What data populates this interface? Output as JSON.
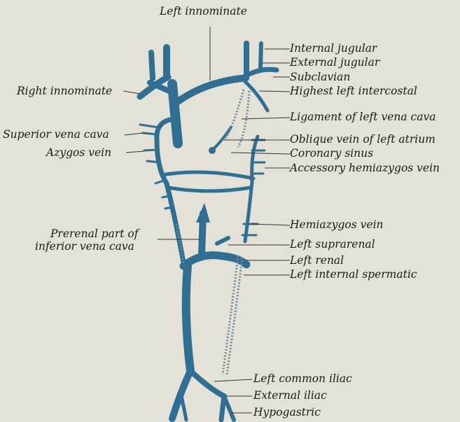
{
  "labels": {
    "left_innominate": "Left innominate",
    "internal_jugular": "Internal jugular",
    "external_jugular": "External jugular",
    "subclavian": "Subclavian",
    "right_innominate": "Right innominate",
    "highest_left_intercostal": "Highest left intercostal",
    "ligament_left_vena_cava": "Ligament of left vena cava",
    "superior_vena_cava": "Superior vena cava",
    "oblique_vein_left_atrium": "Oblique vein of left atrium",
    "azygos_vein": "Azygos vein",
    "coronary_sinus": "Coronary sinus",
    "accessory_hemiazygos_vein": "Accessory hemiazygos vein",
    "hemiazygos_vein": "Hemiazygos vein",
    "prerenal_part_line1": "Prerenal part of",
    "prerenal_part_line2": "inferior vena cava",
    "left_suprarenal": "Left suprarenal",
    "left_renal": "Left renal",
    "left_internal_spermatic": "Left internal spermatic",
    "left_common_iliac": "Left common iliac",
    "external_iliac": "External iliac",
    "hypogastric": "Hypogastric"
  },
  "colors": {
    "background": "#e4e1d6",
    "vein": "#2f6f93",
    "text": "#1a1a1a"
  }
}
